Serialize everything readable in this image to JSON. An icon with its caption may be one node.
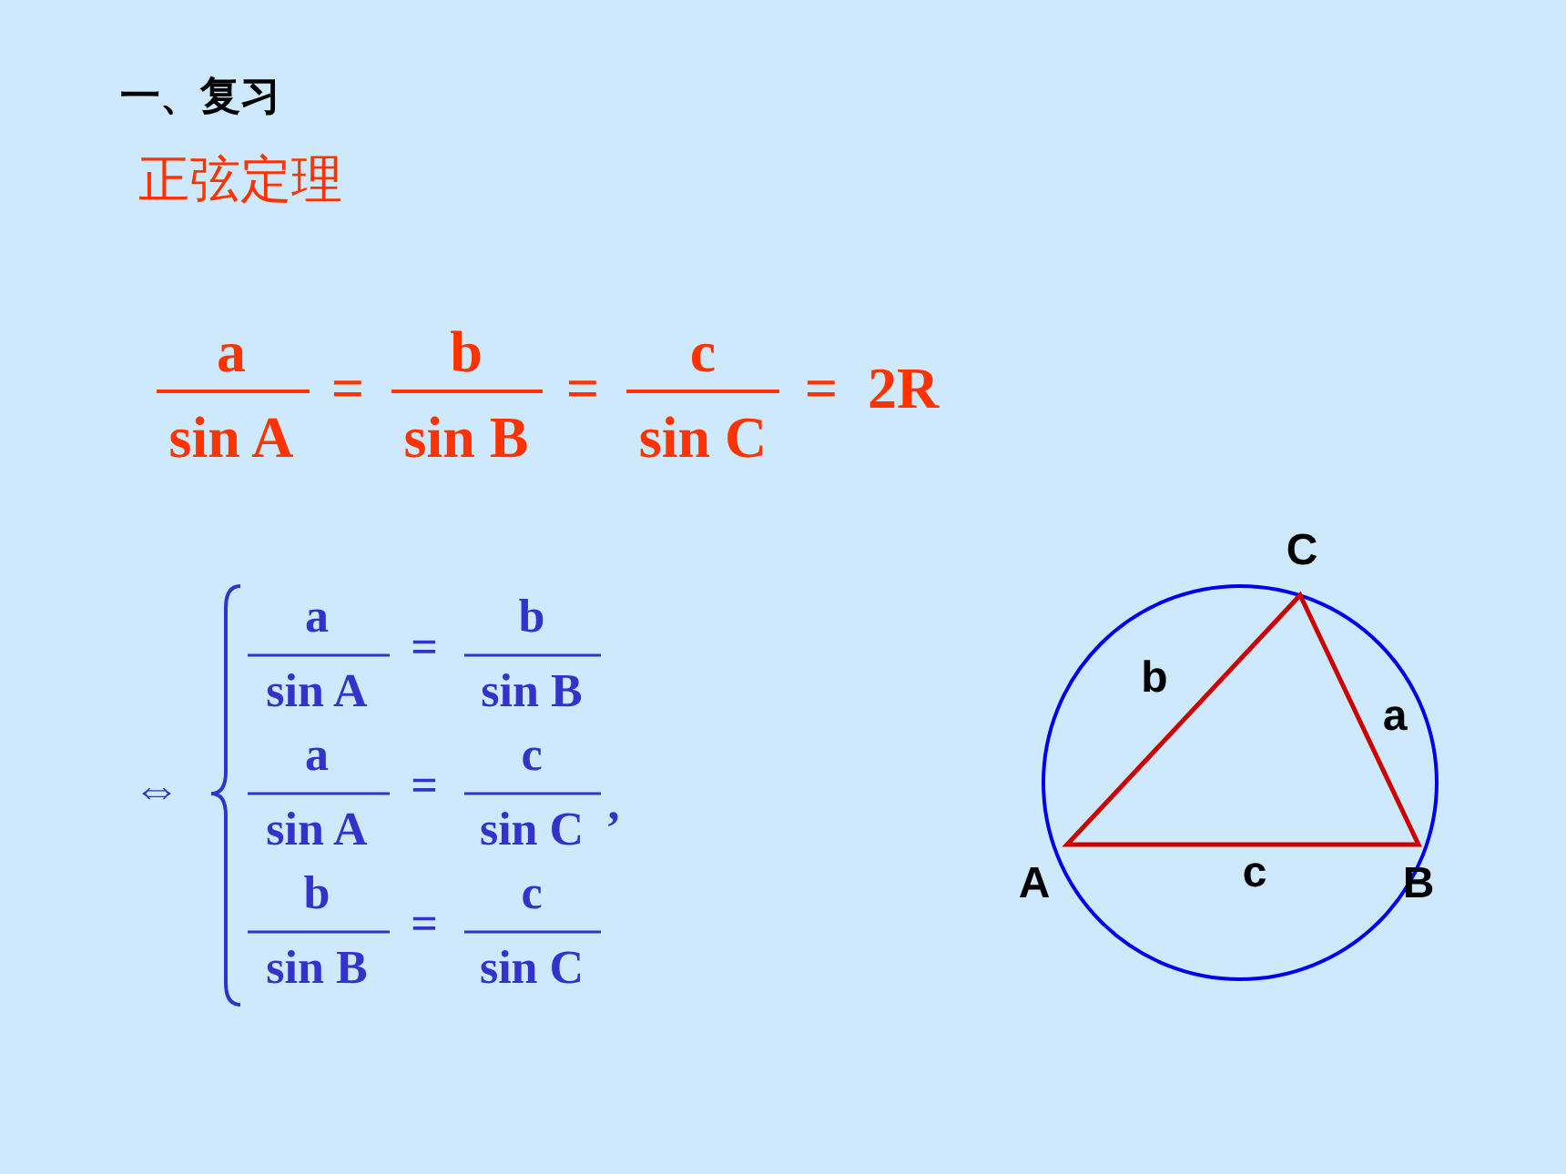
{
  "diagram": {
    "title": "一、复习",
    "labels": [
      "正弦定理",
      "a",
      "sin A",
      "=",
      "b",
      "sin B",
      "=",
      "c",
      "sin C",
      "=",
      "2R",
      "⇔",
      "a",
      "sin A",
      "=",
      "b",
      "sin B",
      "a",
      "sin A",
      "=",
      "c",
      "sin C",
      ",",
      "b",
      "sin B",
      "=",
      "c",
      "sin C",
      "C",
      "b",
      "a",
      "A",
      "c",
      "B"
    ]
  }
}
